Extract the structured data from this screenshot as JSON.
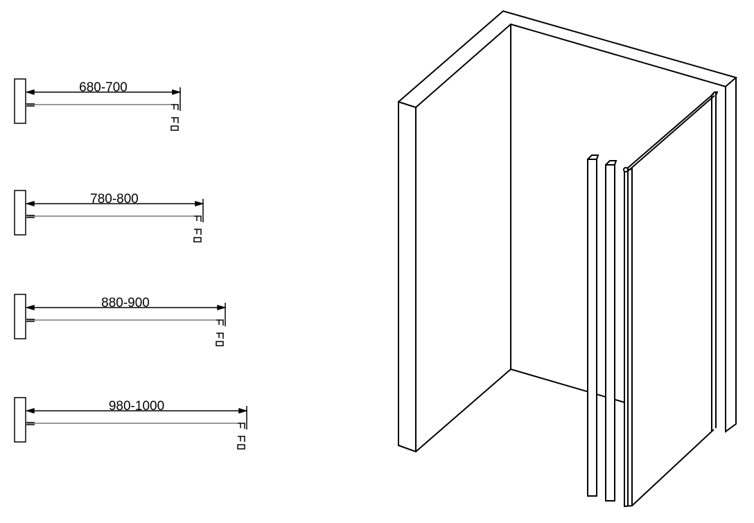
{
  "plan_views": [
    {
      "dimension_label": "680-700"
    },
    {
      "dimension_label": "780-800"
    },
    {
      "dimension_label": "880-900"
    },
    {
      "dimension_label": "980-1000"
    }
  ],
  "colors": {
    "line": "#000000",
    "glass": "#999999",
    "background": "#ffffff"
  }
}
